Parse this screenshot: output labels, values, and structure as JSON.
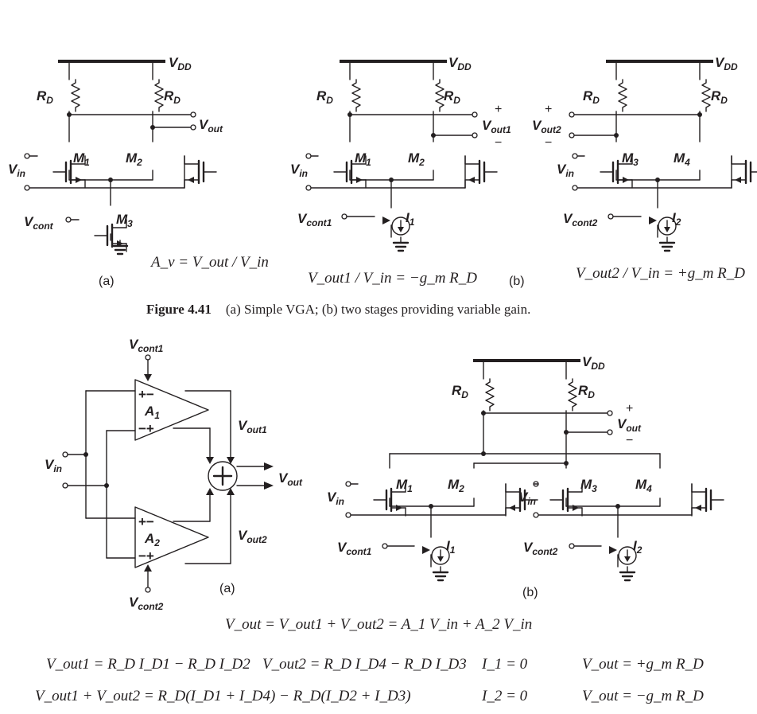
{
  "labels": {
    "vdd": "V",
    "vdd_sub": "DD",
    "rd": "R",
    "rd_sub": "D",
    "vout": "V",
    "vout_sub": "out",
    "vout1_sub": "out1",
    "vout2_sub": "out2",
    "vin": "V",
    "vin_sub": "in",
    "vcont": "V",
    "vcont_sub": "cont",
    "vcont1_sub": "cont1",
    "vcont2_sub": "cont2",
    "m": "M",
    "m1_sub": "1",
    "m2_sub": "2",
    "m3_sub": "3",
    "m4_sub": "4",
    "i": "I",
    "i1_sub": "1",
    "i2_sub": "2",
    "a": "A",
    "a1_sub": "1",
    "a2_sub": "2",
    "plus": "+",
    "minus": "−",
    "plus_minus": "+−",
    "minus_plus": "−+",
    "part_a": "(a)",
    "part_b": "(b)"
  },
  "equations": {
    "av": "A_v = V_out / V_in",
    "g1": "V_out1 / V_in  =  −g_m R_D",
    "g2": "V_out2 / V_in  =  +g_m R_D",
    "sum": "V_out = V_out1 + V_out2 = A_1 V_in + A_2 V_in",
    "e1": "V_out1  =  R_D I_D1 − R_D I_D2",
    "e2": "V_out2 = R_D I_D4 − R_D I_D3",
    "e3": "V_out1 + V_out2 = R_D(I_D1 + I_D4) − R_D(I_D2 + I_D3)",
    "e4": "I_1 = 0",
    "e5": "I_2 = 0",
    "e6": "V_out = +g_m R_D",
    "e7": "V_out = −g_m R_D"
  },
  "caption": {
    "label": "Figure 4.41",
    "text": "(a) Simple VGA; (b) two stages providing variable gain."
  },
  "colors": {
    "ink": "#231f20",
    "background": "#ffffff"
  }
}
